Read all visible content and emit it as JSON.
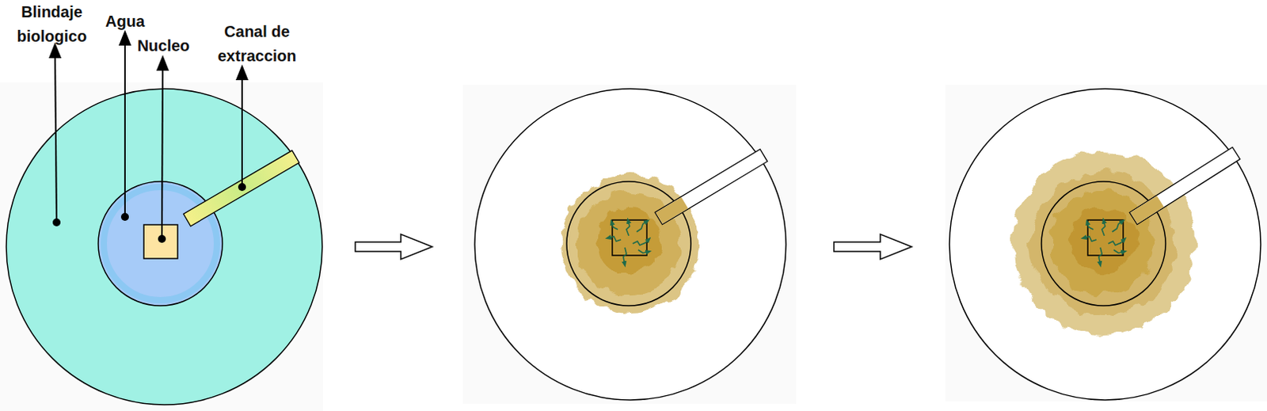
{
  "diagram": {
    "labels": [
      "Blindaje biologico",
      "Agua",
      "Nucleo",
      "Canal de extraccion"
    ]
  }
}
